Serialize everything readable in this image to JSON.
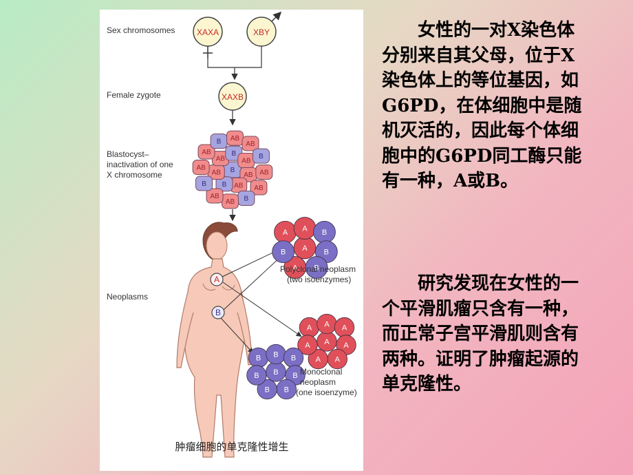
{
  "diagram": {
    "labels": {
      "sex_chromosomes": "Sex chromosomes",
      "female_zygote": "Female zygote",
      "blastocyst_line1": "Blastocyst–",
      "blastocyst_line2": "inactivation of one",
      "blastocyst_line3": "X chromosome",
      "neoplasms": "Neoplasms",
      "polyclonal_line1": "Polyclonal neoplasm",
      "polyclonal_line2": "(two isoenzymes)",
      "monoclonal_line1": "Monoclonal",
      "monoclonal_line2": "neoplasm",
      "monoclonal_line3": "(one isoenzyme)"
    },
    "mother_genotype": "XAXA",
    "father_genotype": "XBY",
    "zygote_genotype": "XAXB",
    "allele_a": "A",
    "allele_b": "B",
    "caption": "肿瘤细胞的单克隆性增生",
    "colors": {
      "cell_a": "#f08c8c",
      "cell_b": "#a7a5e0",
      "nodule_a": "#e0505a",
      "nodule_b": "#7a6fc4"
    }
  },
  "text": {
    "paragraph1": "女性的一对X染色体分别来自其父母，位于X染色体上的等位基因，如G6PD，在体细胞中是随机灭活的，因此每个体细胞中的G6PD同工酶只能有一种，A或B。",
    "paragraph2": "研究发现在女性的一个平滑肌瘤只含有一种，而正常子宫平滑肌则含有两种。证明了肿瘤起源的单克隆性。"
  }
}
